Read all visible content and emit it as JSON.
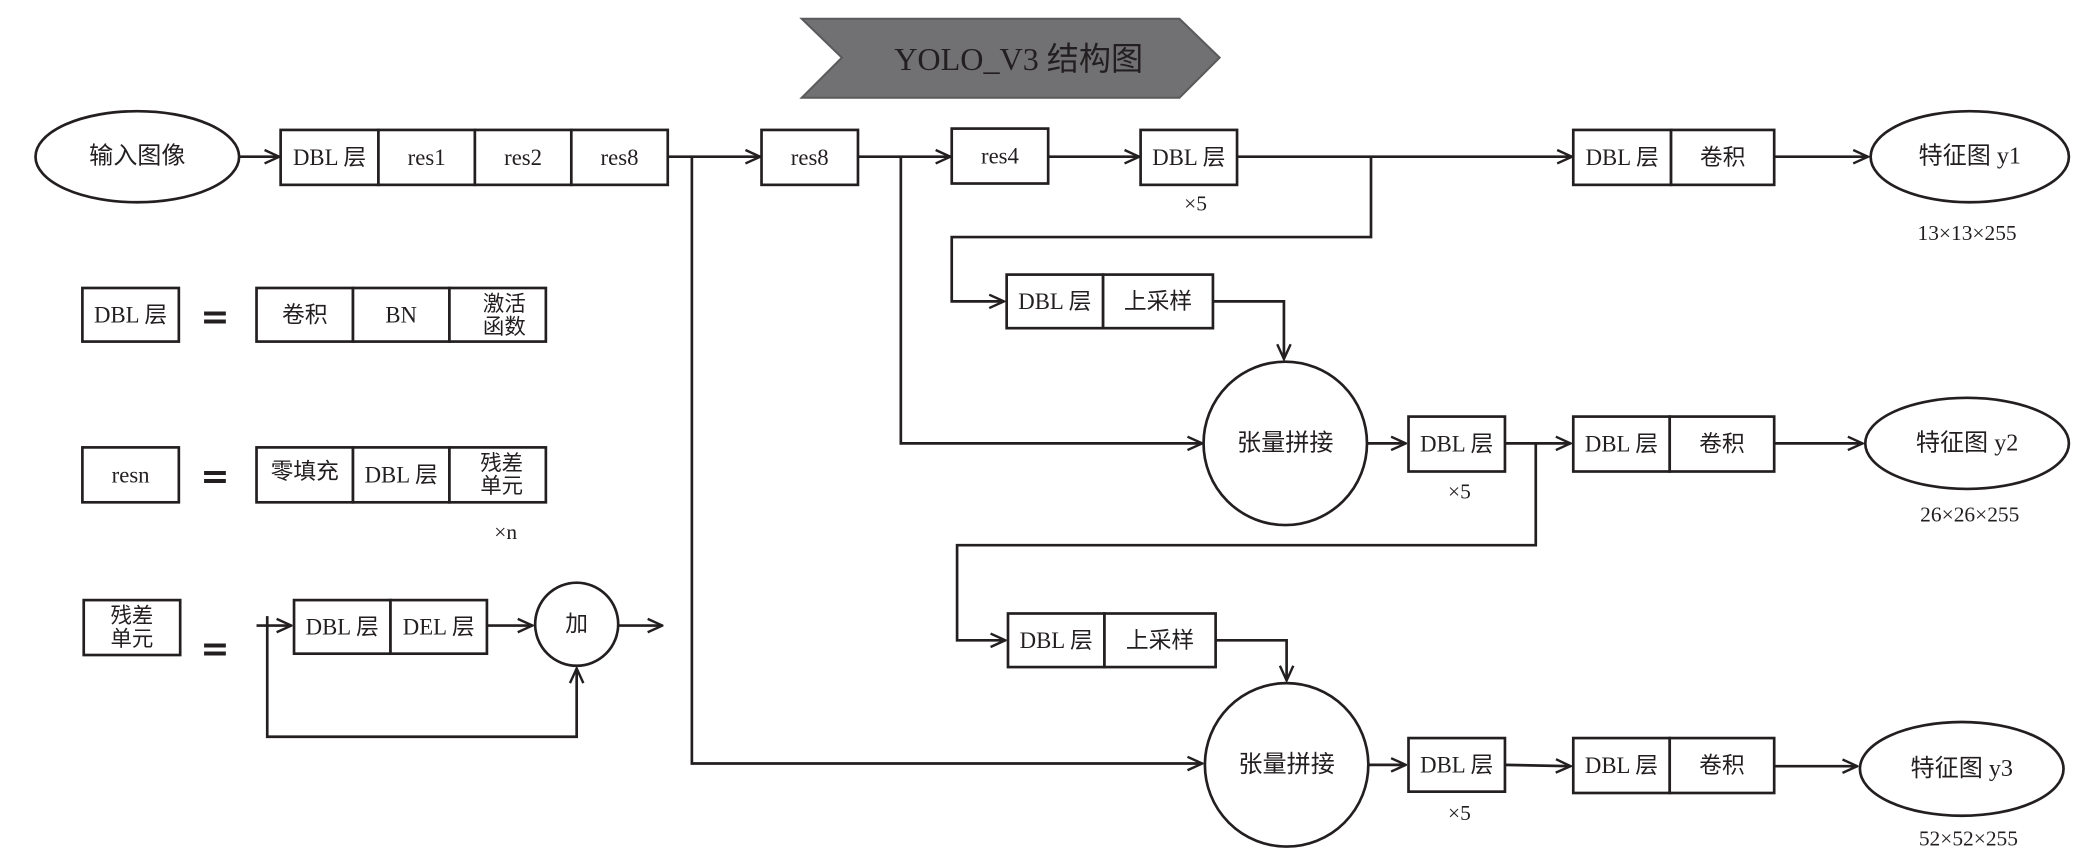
{
  "title": "YOLO_V3 结构图",
  "input": "输入图像",
  "backbone": {
    "dbl": "DBL 层",
    "res1": "res1",
    "res2": "res2",
    "res8": "res8"
  },
  "res8b": "res8",
  "res4": "res4",
  "scale1": {
    "dbl": "DBL 层",
    "repeat": "×5",
    "head_dbl": "DBL 层",
    "head_conv": "卷积",
    "output": "特征图 y1",
    "shape": "13×13×255"
  },
  "upsample1": {
    "dbl": "DBL 层",
    "up": "上采样"
  },
  "scale2": {
    "concat": "张量拼接",
    "dbl": "DBL 层",
    "repeat": "×5",
    "head_dbl": "DBL 层",
    "head_conv": "卷积",
    "output": "特征图 y2",
    "shape": "26×26×255"
  },
  "upsample2": {
    "dbl": "DBL 层",
    "up": "上采样"
  },
  "scale3": {
    "concat": "张量拼接",
    "dbl": "DBL 层",
    "repeat": "×5",
    "head_dbl": "DBL 层",
    "head_conv": "卷积",
    "output": "特征图 y3",
    "shape": "52×52×255"
  },
  "legend": {
    "dbl": {
      "name": "DBL 层",
      "equals": "=",
      "parts": [
        "卷积",
        "BN"
      ],
      "act_lines": [
        "激活",
        "函数"
      ]
    },
    "resn": {
      "name": "resn",
      "equals": "=",
      "parts": [
        "零填充",
        "DBL 层"
      ],
      "res_lines": [
        "残差",
        "单元"
      ],
      "repeat": "×n"
    },
    "residual": {
      "name_lines": [
        "残差",
        "单元"
      ],
      "equals": "=",
      "parts": [
        "DBL 层",
        "DEL 层"
      ],
      "add": "加"
    }
  }
}
